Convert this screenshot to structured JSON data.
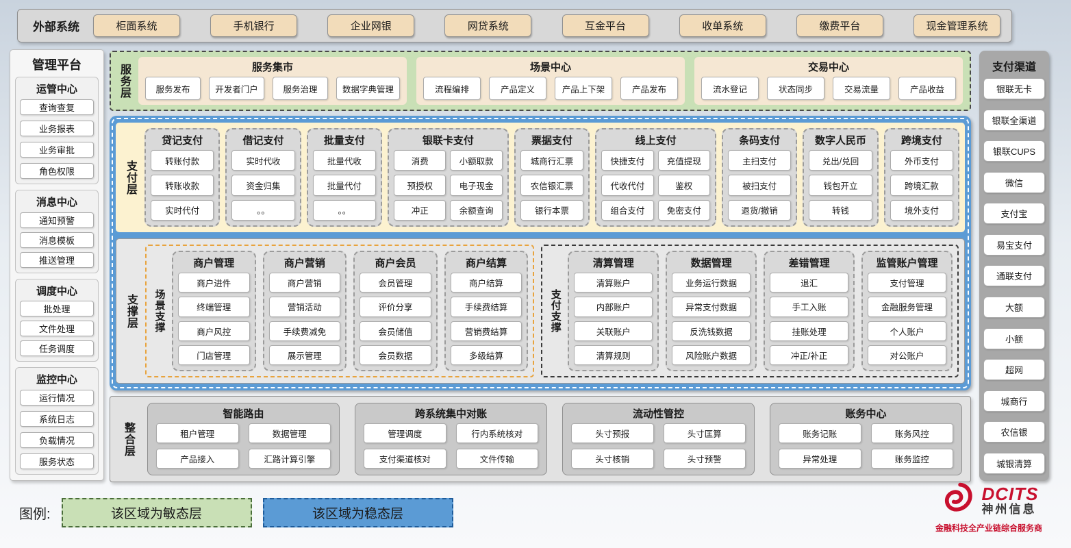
{
  "colors": {
    "stable_blue": "#5b9bd5",
    "agile_green": "#c9e0b6",
    "tan_button": "#f2dcba",
    "cream_panel": "#fcf2d0",
    "gray_group": "#d9d9d9",
    "brand_red": "#c8102e"
  },
  "external_systems": {
    "label": "外部系统",
    "items": [
      "柜面系统",
      "手机银行",
      "企业网银",
      "网贷系统",
      "互金平台",
      "收单系统",
      "缴费平台",
      "现金管理系统"
    ]
  },
  "management_platform": {
    "title": "管理平台",
    "groups": [
      {
        "title": "运管中心",
        "items": [
          "查询查复",
          "业务报表",
          "业务审批",
          "角色权限"
        ]
      },
      {
        "title": "消息中心",
        "items": [
          "通知预警",
          "消息模板",
          "推送管理"
        ]
      },
      {
        "title": "调度中心",
        "items": [
          "批处理",
          "文件处理",
          "任务调度"
        ]
      },
      {
        "title": "监控中心",
        "items": [
          "运行情况",
          "系统日志",
          "负载情况",
          "服务状态"
        ]
      }
    ]
  },
  "service_layer": {
    "label": "服务层",
    "groups": [
      {
        "title": "服务集市",
        "items": [
          "服务发布",
          "开发者门户",
          "服务治理",
          "数据字典管理"
        ]
      },
      {
        "title": "场景中心",
        "items": [
          "流程编排",
          "产品定义",
          "产品上下架",
          "产品发布"
        ]
      },
      {
        "title": "交易中心",
        "items": [
          "流水登记",
          "状态同步",
          "交易流量",
          "产品收益"
        ]
      }
    ]
  },
  "payment_layer": {
    "label": "支付层",
    "groups": [
      {
        "title": "贷记支付",
        "cols": 1,
        "items": [
          "转账付款",
          "转账收款",
          "实时代付"
        ]
      },
      {
        "title": "借记支付",
        "cols": 1,
        "items": [
          "实时代收",
          "资金归集",
          "。。"
        ]
      },
      {
        "title": "批量支付",
        "cols": 1,
        "items": [
          "批量代收",
          "批量代付",
          "。。"
        ]
      },
      {
        "title": "银联卡支付",
        "cols": 2,
        "items": [
          "消费",
          "小额取款",
          "预授权",
          "电子现金",
          "冲正",
          "余额查询"
        ]
      },
      {
        "title": "票据支付",
        "cols": 1,
        "items": [
          "城商行汇票",
          "农信银汇票",
          "银行本票"
        ]
      },
      {
        "title": "线上支付",
        "cols": 2,
        "items": [
          "快捷支付",
          "充值提现",
          "代收代付",
          "鉴权",
          "组合支付",
          "免密支付"
        ]
      },
      {
        "title": "条码支付",
        "cols": 1,
        "items": [
          "主扫支付",
          "被扫支付",
          "退货/撤销"
        ]
      },
      {
        "title": "数字人民币",
        "cols": 1,
        "items": [
          "兑出/兑回",
          "钱包开立",
          "转钱"
        ]
      },
      {
        "title": "跨境支付",
        "cols": 1,
        "items": [
          "外币支付",
          "跨境汇款",
          "境外支付"
        ]
      }
    ]
  },
  "support_layer": {
    "label": "支撑层",
    "sections": [
      {
        "label": "场景支撑",
        "style": "orange",
        "groups": [
          {
            "title": "商户管理",
            "items": [
              "商户进件",
              "终端管理",
              "商户风控",
              "门店管理"
            ]
          },
          {
            "title": "商户营销",
            "items": [
              "商户营销",
              "营销活动",
              "手续费减免",
              "展示管理"
            ]
          },
          {
            "title": "商户会员",
            "items": [
              "会员管理",
              "评价分享",
              "会员储值",
              "会员数据"
            ]
          },
          {
            "title": "商户结算",
            "items": [
              "商户结算",
              "手续费结算",
              "营销费结算",
              "多级结算"
            ]
          }
        ]
      },
      {
        "label": "支付支撑",
        "style": "dark",
        "groups": [
          {
            "title": "清算管理",
            "items": [
              "清算账户",
              "内部账户",
              "关联账户",
              "清算规则"
            ]
          },
          {
            "title": "数据管理",
            "items": [
              "业务运行数据",
              "异常支付数据",
              "反洗钱数据",
              "风险账户数据"
            ]
          },
          {
            "title": "差错管理",
            "items": [
              "退汇",
              "手工入账",
              "挂账处理",
              "冲正/补正"
            ]
          },
          {
            "title": "监管账户管理",
            "items": [
              "支付管理",
              "金融服务管理",
              "个人账户",
              "对公账户"
            ]
          }
        ]
      }
    ]
  },
  "integration_layer": {
    "label": "整合层",
    "groups": [
      {
        "title": "智能路由",
        "items": [
          "租户管理",
          "数据管理",
          "产品接入",
          "汇路计算引擎"
        ]
      },
      {
        "title": "跨系统集中对账",
        "items": [
          "管理调度",
          "行内系统核对",
          "支付渠道核对",
          "文件传输"
        ]
      },
      {
        "title": "流动性管控",
        "items": [
          "头寸预报",
          "头寸匡算",
          "头寸核销",
          "头寸预警"
        ]
      },
      {
        "title": "账务中心",
        "items": [
          "账务记账",
          "账务风控",
          "异常处理",
          "账务监控"
        ]
      }
    ]
  },
  "payment_channels": {
    "title": "支付渠道",
    "items": [
      "银联无卡",
      "银联全渠道",
      "银联CUPS",
      "微信",
      "支付宝",
      "易宝支付",
      "通联支付",
      "大额",
      "小额",
      "超网",
      "城商行",
      "农信银",
      "城银清算"
    ]
  },
  "legend": {
    "label": "图例:",
    "agile": "该区域为敏态层",
    "stable": "该区域为稳态层"
  },
  "logo": {
    "brand": "DCITS",
    "company": "神州信息",
    "tagline": "金融科技全产业链综合服务商"
  }
}
